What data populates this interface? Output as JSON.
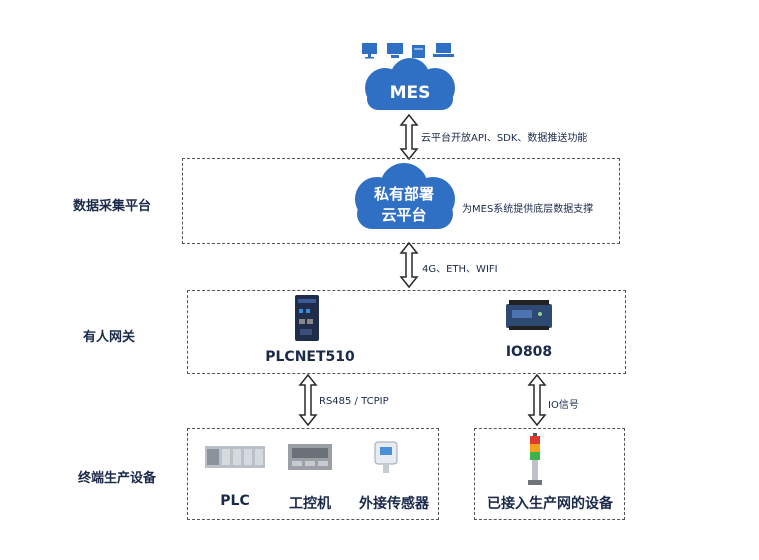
{
  "mes": {
    "label": "MES",
    "icons": [
      "monitor-icon",
      "computer-icon",
      "server-icon",
      "laptop-icon"
    ]
  },
  "links": {
    "cloud_api": "云平台开放API、SDK、数据推送功能",
    "network": "4G、ETH、WIFI",
    "fieldbus": "RS485 / TCPIP",
    "io": "IO信号"
  },
  "layers": {
    "platform": {
      "label": "数据采集平台",
      "cloud_line1": "私有部署",
      "cloud_line2": "云平台",
      "note": "为MES系统提供底层数据支撑"
    },
    "gateway": {
      "label": "有人网关",
      "devices": [
        "PLCNET510",
        "IO808"
      ]
    },
    "terminal": {
      "label": "终端生产设备",
      "devices": [
        "PLC",
        "工控机",
        "外接传感器"
      ],
      "connected": "已接入生产网的设备"
    }
  },
  "colors": {
    "cloud": "#2f6fc4",
    "arrow": "#2a2a2a",
    "text": "#1b2a4a"
  }
}
